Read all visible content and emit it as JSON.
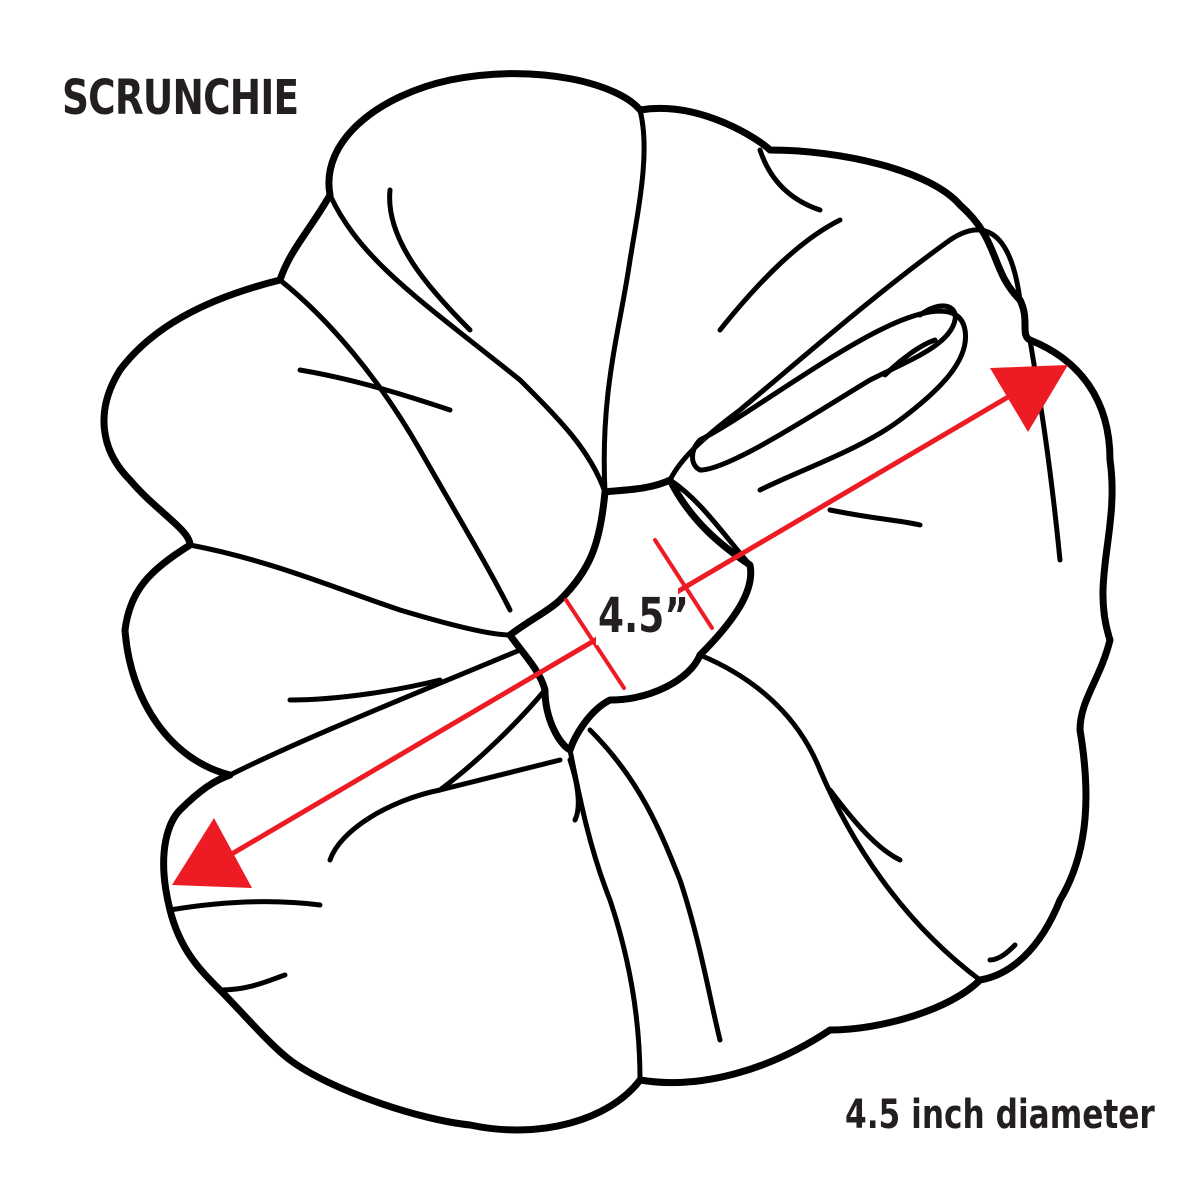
{
  "title": "SCRUNCHIE",
  "measurement_label": "4.5”",
  "caption": "4.5 inch diameter",
  "colors": {
    "outline": "#000000",
    "dimension": "#ed1c24",
    "text": "#231f20",
    "background": "#ffffff"
  }
}
